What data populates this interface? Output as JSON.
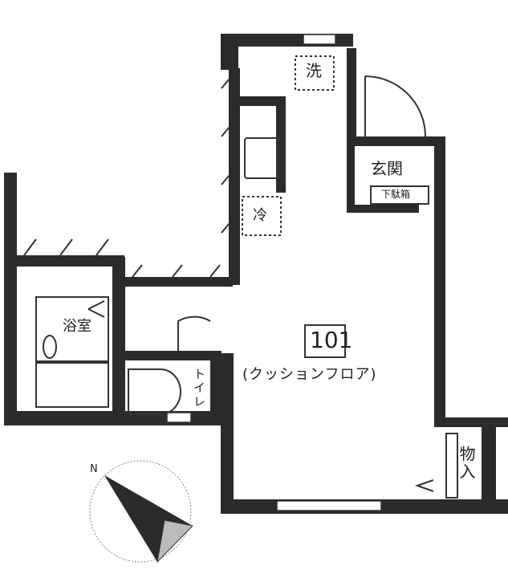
{
  "rooms": {
    "washer": "洗",
    "fridge": "冷",
    "entrance": "玄関",
    "shoe_box": "下駄箱",
    "bathroom": "浴室",
    "toilet": "トイレ",
    "main_room_number": "101",
    "main_room_floor": "(クッションフロア)",
    "closet": "物入"
  },
  "compass": {
    "north_label": "N"
  },
  "colors": {
    "wall": "#2b2b2b",
    "line": "#333333"
  }
}
